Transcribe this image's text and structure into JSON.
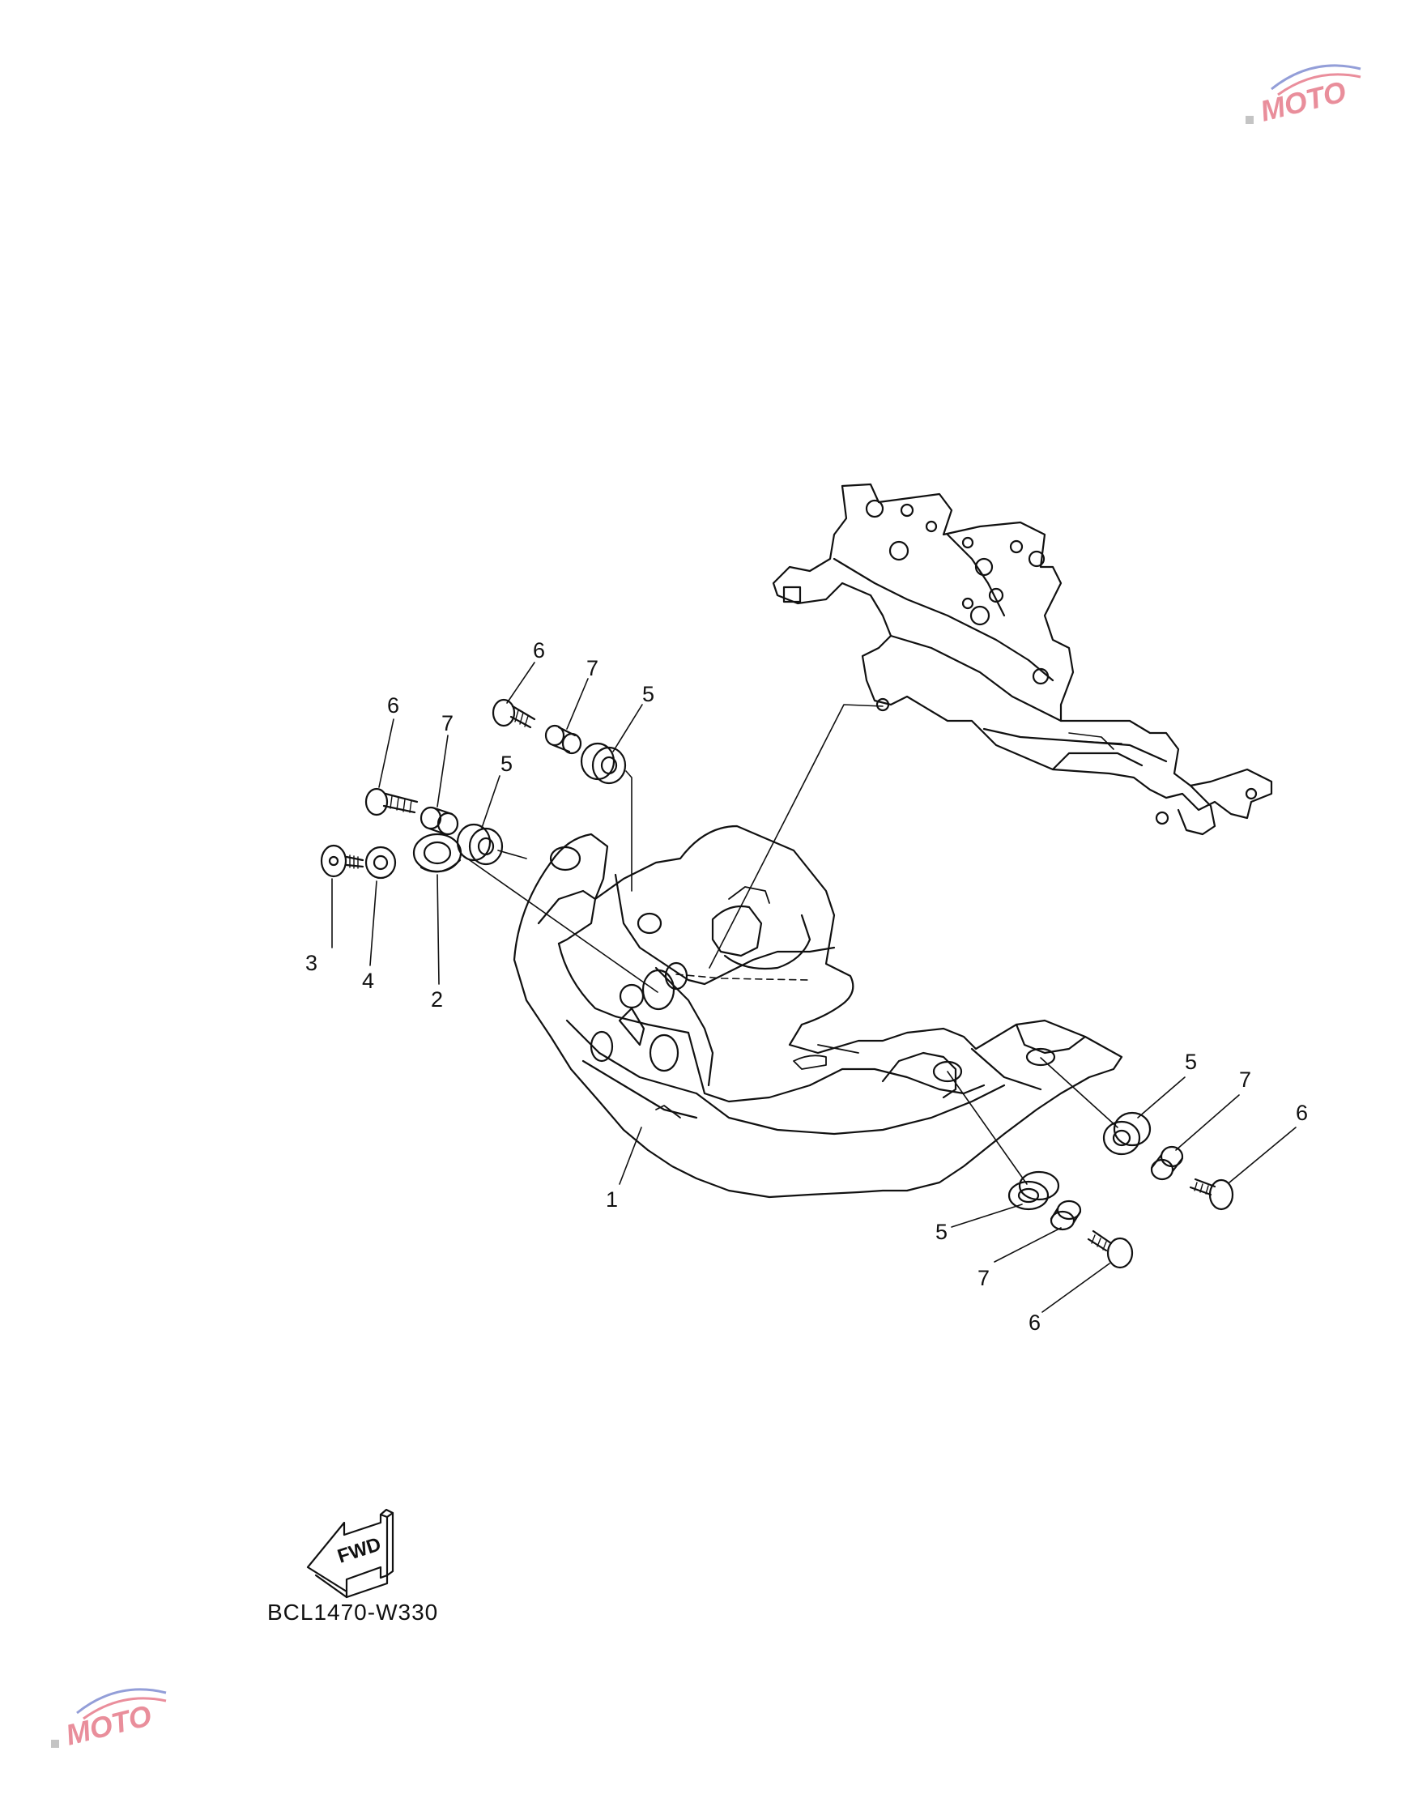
{
  "labels": {
    "l1": "1",
    "l2": "2",
    "l3": "3",
    "l4": "4",
    "l5": "5",
    "l6": "6",
    "l7": "7"
  },
  "fwd_label": "FWD",
  "diagram_code": "BCL1470-W330",
  "watermark_text": "MOTO",
  "colors": {
    "line": "#111111",
    "watermark_accent": "#d8324a",
    "watermark_blue": "#3a4fb8"
  }
}
